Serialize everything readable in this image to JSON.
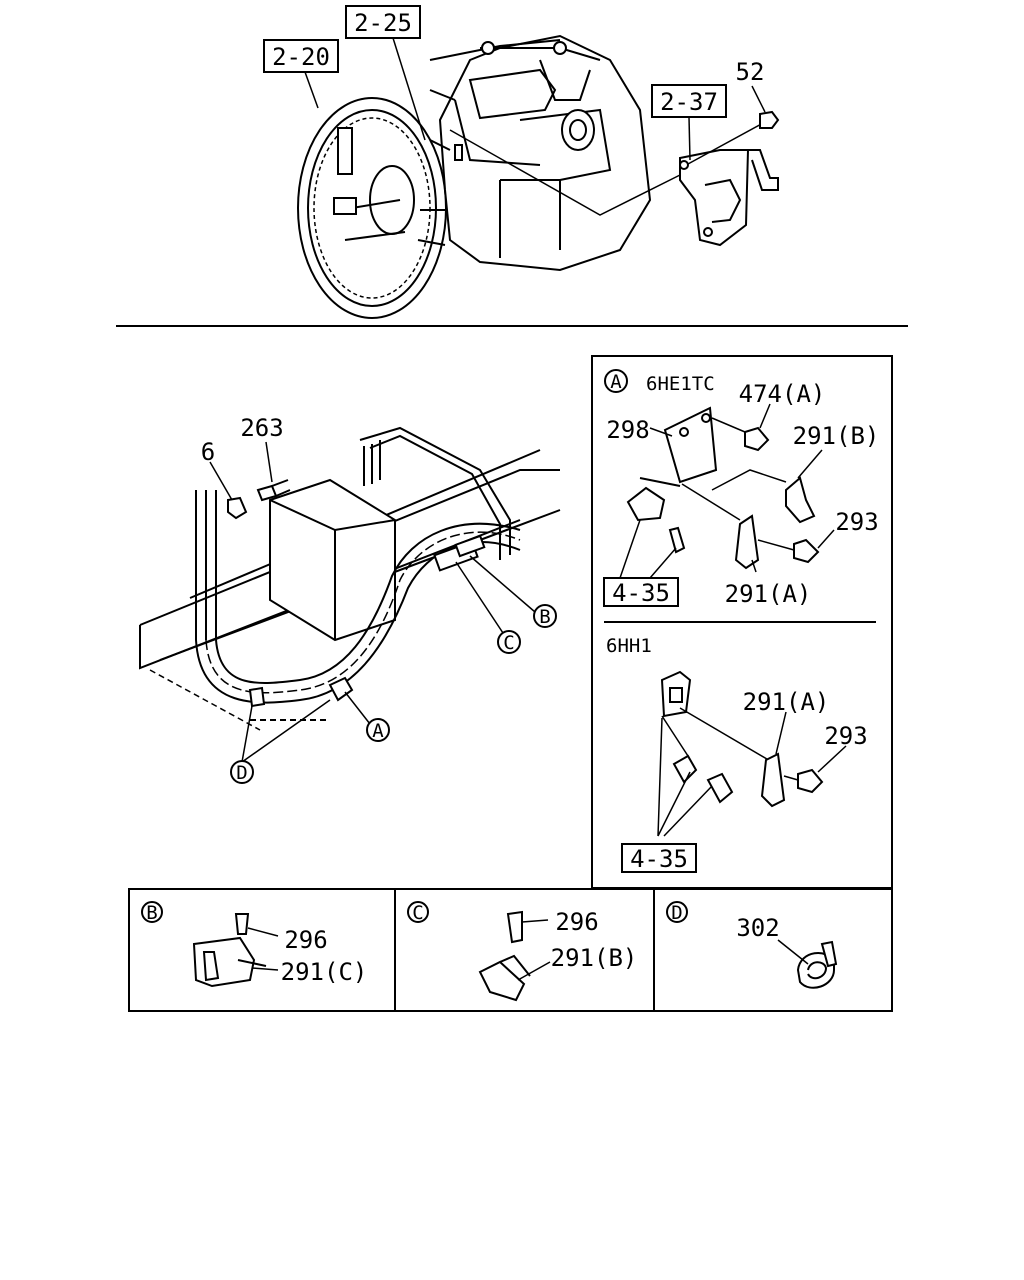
{
  "top": {
    "callouts": {
      "ref_2_20": "2-20",
      "ref_2_25": "2-25",
      "ref_2_37": "2-37",
      "part_52": "52"
    }
  },
  "frame_view": {
    "parts": {
      "p263": "263",
      "p6": "6"
    },
    "markers": {
      "A": "A",
      "B": "B",
      "C": "C",
      "D": "D"
    }
  },
  "detail_a": {
    "marker": "A",
    "variant1": "6HE1TC",
    "variant2": "6HH1",
    "parts": {
      "p474a": "474(A)",
      "p298": "298",
      "p291b": "291(B)",
      "p293": "293",
      "p291a": "291(A)",
      "ref_4_35": "4-35",
      "p291a_2": "291(A)",
      "p293_2": "293",
      "ref_4_35_2": "4-35"
    }
  },
  "detail_b": {
    "marker": "B",
    "parts": {
      "p296": "296",
      "p291c": "291(C)"
    }
  },
  "detail_c": {
    "marker": "C",
    "parts": {
      "p296": "296",
      "p291b": "291(B)"
    }
  },
  "detail_d": {
    "marker": "D",
    "parts": {
      "p302": "302"
    }
  }
}
